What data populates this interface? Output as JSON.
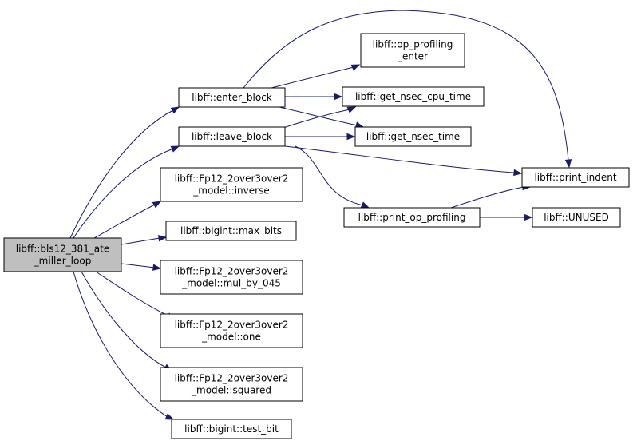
{
  "graph": {
    "nodes": [
      {
        "id": "root",
        "lines": [
          "libff::bls12_381_ate",
          "_miller_loop"
        ],
        "highlight": true
      },
      {
        "id": "enter_block",
        "lines": [
          "libff::enter_block"
        ]
      },
      {
        "id": "leave_block",
        "lines": [
          "libff::leave_block"
        ]
      },
      {
        "id": "inverse",
        "lines": [
          "libff::Fp12_2over3over2",
          "_model::inverse"
        ]
      },
      {
        "id": "max_bits",
        "lines": [
          "libff::bigint::max_bits"
        ]
      },
      {
        "id": "mul_by_045",
        "lines": [
          "libff::Fp12_2over3over2",
          "_model::mul_by_045"
        ]
      },
      {
        "id": "one",
        "lines": [
          "libff::Fp12_2over3over2",
          "_model::one"
        ]
      },
      {
        "id": "squared",
        "lines": [
          "libff::Fp12_2over3over2",
          "_model::squared"
        ]
      },
      {
        "id": "test_bit",
        "lines": [
          "libff::bigint::test_bit"
        ]
      },
      {
        "id": "op_profiling_enter",
        "lines": [
          "libff::op_profiling",
          "_enter"
        ]
      },
      {
        "id": "get_nsec_cpu_time",
        "lines": [
          "libff::get_nsec_cpu_time"
        ]
      },
      {
        "id": "get_nsec_time",
        "lines": [
          "libff::get_nsec_time"
        ]
      },
      {
        "id": "print_indent",
        "lines": [
          "libff::print_indent"
        ]
      },
      {
        "id": "print_op_profiling",
        "lines": [
          "libff::print_op_profiling"
        ]
      },
      {
        "id": "unused",
        "lines": [
          "libff::UNUSED"
        ]
      }
    ],
    "edges": [
      {
        "from": "root",
        "to": "enter_block"
      },
      {
        "from": "root",
        "to": "leave_block"
      },
      {
        "from": "root",
        "to": "inverse"
      },
      {
        "from": "root",
        "to": "max_bits"
      },
      {
        "from": "root",
        "to": "mul_by_045"
      },
      {
        "from": "root",
        "to": "one"
      },
      {
        "from": "root",
        "to": "squared"
      },
      {
        "from": "root",
        "to": "test_bit"
      },
      {
        "from": "enter_block",
        "to": "op_profiling_enter"
      },
      {
        "from": "enter_block",
        "to": "get_nsec_cpu_time"
      },
      {
        "from": "enter_block",
        "to": "get_nsec_time"
      },
      {
        "from": "enter_block",
        "to": "print_indent"
      },
      {
        "from": "leave_block",
        "to": "get_nsec_cpu_time"
      },
      {
        "from": "leave_block",
        "to": "get_nsec_time"
      },
      {
        "from": "leave_block",
        "to": "print_indent"
      },
      {
        "from": "leave_block",
        "to": "print_op_profiling"
      },
      {
        "from": "print_op_profiling",
        "to": "print_indent"
      },
      {
        "from": "print_op_profiling",
        "to": "unused"
      }
    ]
  },
  "colors": {
    "edge": "#191970",
    "root_fill": "#bfbfbf",
    "node_fill": "#ffffff",
    "border": "#000000"
  }
}
